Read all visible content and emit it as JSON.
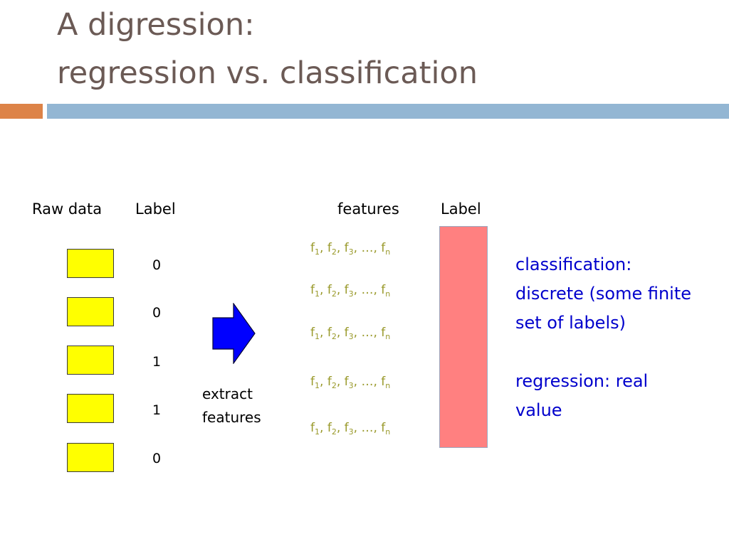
{
  "slide": {
    "title_line1": "A digression:",
    "title_line2": "regression vs. classification"
  },
  "headers": {
    "raw_data": "Raw data",
    "label_left": "Label",
    "features": "features",
    "label_right": "Label"
  },
  "raw_labels": [
    "0",
    "0",
    "1",
    "1",
    "0"
  ],
  "feature_row": {
    "f": "f",
    "sub1": "1",
    "sub2": "2",
    "sub3": "3",
    "comma": ", ",
    "ellipsis": "…, ",
    "subn": "n"
  },
  "arrow": {
    "text_line1": "extract",
    "text_line2": "features",
    "color": "#0000ff"
  },
  "description": {
    "classification_line1": "classification:",
    "classification_line2": "discrete (some finite",
    "classification_line3": "set of labels)",
    "regression_line1": "regression: real",
    "regression_line2": "value"
  },
  "colors": {
    "title": "#6b5a55",
    "accent_orange": "#dd8348",
    "accent_blue": "#93b6d3",
    "raw_box": "#ffff00",
    "label_column": "#ff8080",
    "features_text": "#9a9a2c",
    "description_text": "#0000cc"
  }
}
